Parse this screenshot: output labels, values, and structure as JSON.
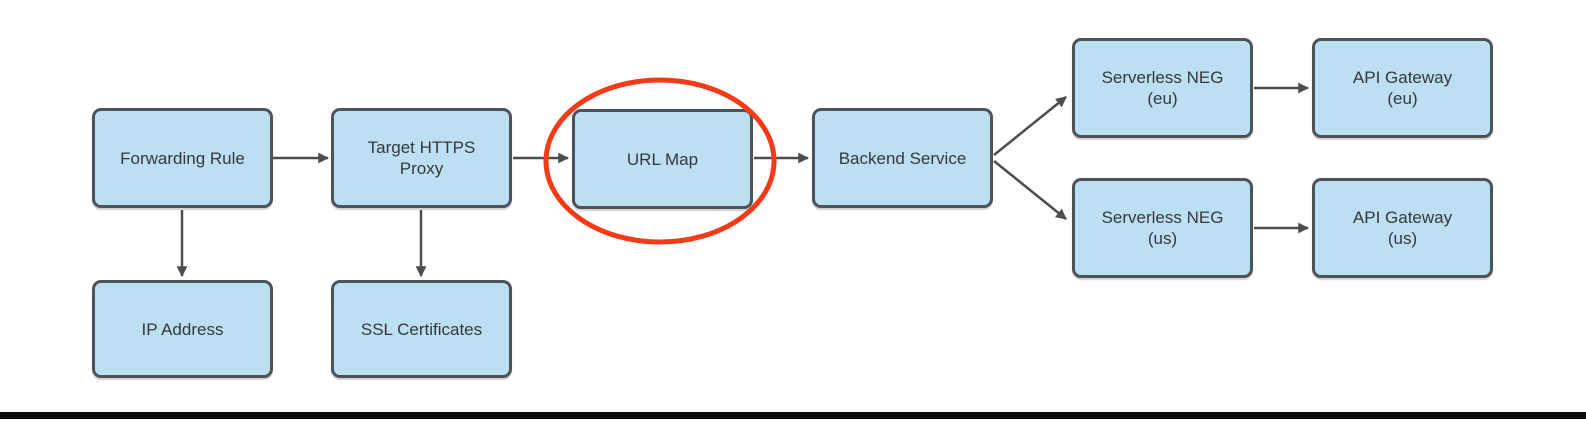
{
  "diagram": {
    "type": "flowchart",
    "description_visible_text_only": true
  },
  "nodes": {
    "forwarding_rule": {
      "id": "forwarding-rule",
      "lines": [
        "Forwarding Rule",
        ""
      ]
    },
    "target_https_proxy": {
      "id": "target-https-proxy",
      "lines": [
        "Target HTTPS",
        "Proxy"
      ]
    },
    "url_map": {
      "id": "url-map",
      "lines": [
        "URL Map",
        ""
      ]
    },
    "backend_service": {
      "id": "backend-service",
      "lines": [
        "Backend Service",
        ""
      ]
    },
    "serverless_neg_eu": {
      "id": "serverless-neg-eu",
      "lines": [
        "Serverless NEG",
        "(eu)"
      ]
    },
    "api_gateway_eu": {
      "id": "api-gateway-eu",
      "lines": [
        "API Gateway",
        "(eu)"
      ]
    },
    "serverless_neg_us": {
      "id": "serverless-neg-us",
      "lines": [
        "Serverless NEG",
        "(us)"
      ]
    },
    "api_gateway_us": {
      "id": "api-gateway-us",
      "lines": [
        "API Gateway",
        "(us)"
      ]
    },
    "ip_address": {
      "id": "ip-address",
      "lines": [
        "IP Address",
        ""
      ]
    },
    "ssl_certificates": {
      "id": "ssl-certificates",
      "lines": [
        "SSL Certificates",
        ""
      ]
    }
  },
  "edges": [
    {
      "from": "forwarding-rule",
      "to": "target-https-proxy"
    },
    {
      "from": "target-https-proxy",
      "to": "url-map"
    },
    {
      "from": "url-map",
      "to": "backend-service"
    },
    {
      "from": "backend-service",
      "to": "serverless-neg-eu"
    },
    {
      "from": "backend-service",
      "to": "serverless-neg-us"
    },
    {
      "from": "serverless-neg-eu",
      "to": "api-gateway-eu"
    },
    {
      "from": "serverless-neg-us",
      "to": "api-gateway-us"
    },
    {
      "from": "forwarding-rule",
      "to": "ip-address"
    },
    {
      "from": "target-https-proxy",
      "to": "ssl-certificates"
    }
  ],
  "annotations": {
    "highlight": {
      "shape": "ellipse",
      "around": "url-map"
    }
  },
  "colors": {
    "node_fill": "#bddff2",
    "node_border": "#4d5358",
    "text": "#33383c",
    "arrow": "#4d4d4d",
    "highlight_ellipse": "#f43b17",
    "bottom_bar": "#0a0a0a",
    "canvas_bg": "#ffffff"
  }
}
